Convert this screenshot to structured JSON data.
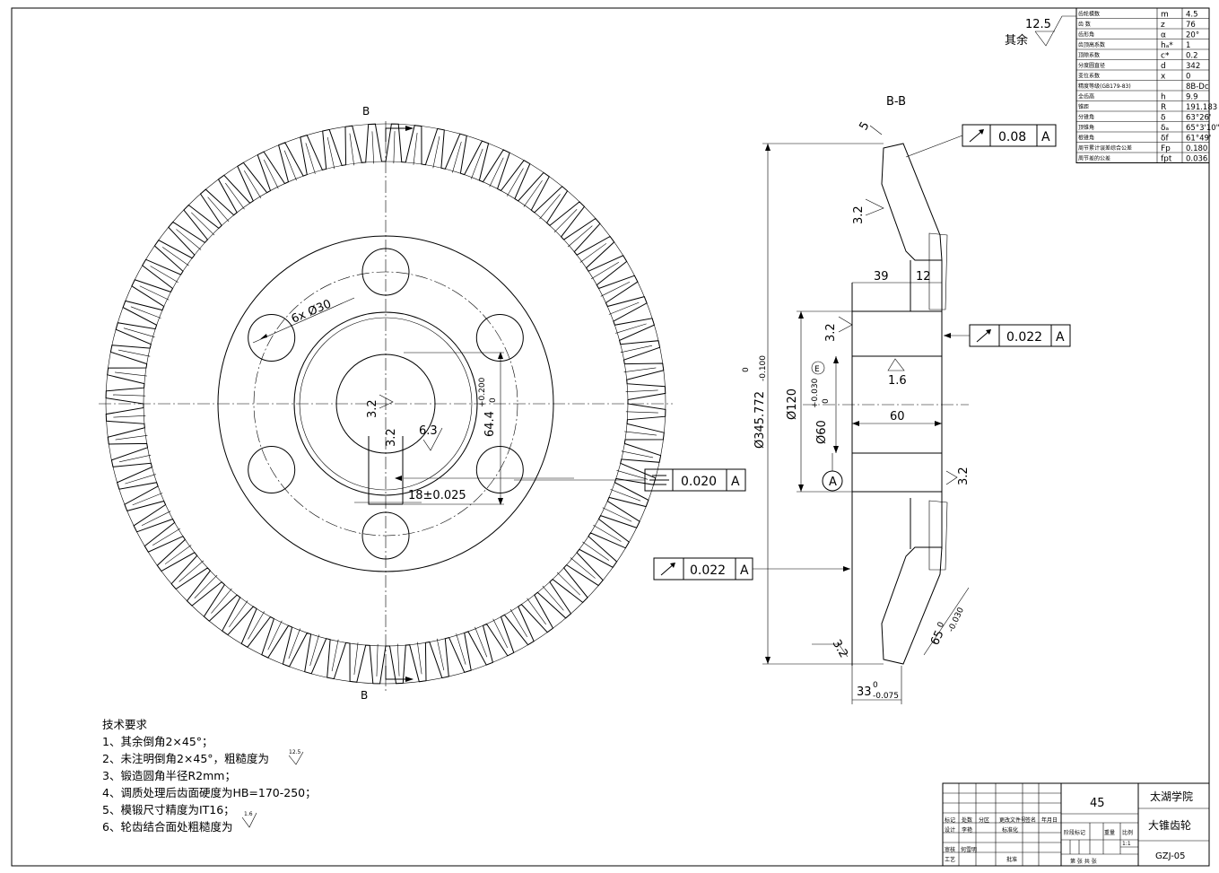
{
  "gear_table": [
    {
      "param": "齿轮模数",
      "sym": "m",
      "val": "4.5"
    },
    {
      "param": "齿    数",
      "sym": "z",
      "val": "76"
    },
    {
      "param": "齿形角",
      "sym": "α",
      "val": "20°"
    },
    {
      "param": "齿顶高系数",
      "sym": "hₐ*",
      "val": "1"
    },
    {
      "param": "顶隙系数",
      "sym": "c*",
      "val": "0.2"
    },
    {
      "param": "分度圆直径",
      "sym": "d",
      "val": "342"
    },
    {
      "param": "变位系数",
      "sym": "x",
      "val": "0"
    },
    {
      "param": "精度等级(GB179-83)",
      "sym": "",
      "val": "8B-Dc"
    },
    {
      "param": "全齿高",
      "sym": "h",
      "val": "9.9"
    },
    {
      "param": "锥距",
      "sym": "R",
      "val": "191.183"
    },
    {
      "param": "分锥角",
      "sym": "δ",
      "val": "63°26'"
    },
    {
      "param": "顶锥角",
      "sym": "δₐ",
      "val": "65°3'10\""
    },
    {
      "param": "根锥角",
      "sym": "δf",
      "val": "61°49'"
    },
    {
      "param": "周节累计误差综合公差",
      "sym": "Fp",
      "val": "0.180"
    },
    {
      "param": "周节差的公差",
      "sym": "fpt",
      "val": "0.036"
    }
  ],
  "roughness_general": {
    "value": "12.5",
    "label": "其余"
  },
  "section_marks": {
    "b_top": "B",
    "b_bottom": "B",
    "section_view_title": "B-B"
  },
  "front_view": {
    "holes_dim": "6x Ø30",
    "keyway_dim": "18±0.025",
    "key_depth": "64.4",
    "key_depth_tol_upper": "+0.200",
    "key_depth_tol_lower": "0",
    "rough_bore": "3.2",
    "rough_key": "3.2",
    "rough_keyside": "6.3"
  },
  "section_view": {
    "dim_5": "5",
    "dim_39": "39",
    "dim_12": "12",
    "dim_d120": "Ø120",
    "dim_d60": "Ø60",
    "dim_d60_upper": "+0.030",
    "dim_d60_lower": "0",
    "envelope": "E",
    "dim_len60": "60",
    "dim_outer": "Ø345.772",
    "dim_outer_upper": "0",
    "dim_outer_lower": "-0.100",
    "dim_33": "33",
    "dim_33_upper": "0",
    "dim_33_lower": "-0.075",
    "dim_65": "65",
    "dim_65_upper": "0",
    "dim_65_lower": "-0.030",
    "rough_1": "3.2",
    "rough_2": "3.2",
    "rough_3": "1.6",
    "rough_4": "3.2",
    "rough_5": "3.2",
    "datum": "A"
  },
  "fcf": {
    "runout_top": {
      "value": "0.08",
      "datum": "A"
    },
    "runout_hub": {
      "value": "0.022",
      "datum": "A"
    },
    "symmetry": {
      "value": "0.020",
      "datum": "A"
    },
    "runout_face": {
      "value": "0.022",
      "datum": "A"
    }
  },
  "notes": {
    "title": "技术要求",
    "lines": [
      "1、其余倒角2×45°；",
      "2、未注明倒角2×45°，粗糙度为",
      "3、锻造圆角半径R2mm；",
      "4、调质处理后齿面硬度为HB=170-250；",
      "5、模锻尺寸精度为IT16；",
      "6、轮齿结合面处粗糙度为"
    ],
    "rough_note2": "12.5",
    "rough_note6": "1.6"
  },
  "title_block": {
    "material": "45",
    "school": "太湖学院",
    "part_name": "大锥齿轮",
    "drawing_no": "GZJ-05",
    "scale": "1:1",
    "hdr": [
      "标记",
      "处数",
      "分区",
      "更改文件号",
      "签名",
      "年月日"
    ],
    "row_design": "设计",
    "designer": "李艳",
    "std": "标准化",
    "review": "审核",
    "reviewer": "何雪明",
    "craft": "工艺",
    "approve": "批准",
    "stage": "阶段标记",
    "weight": "重量",
    "ratio": "比例",
    "sheet": "第  张    共  张"
  }
}
